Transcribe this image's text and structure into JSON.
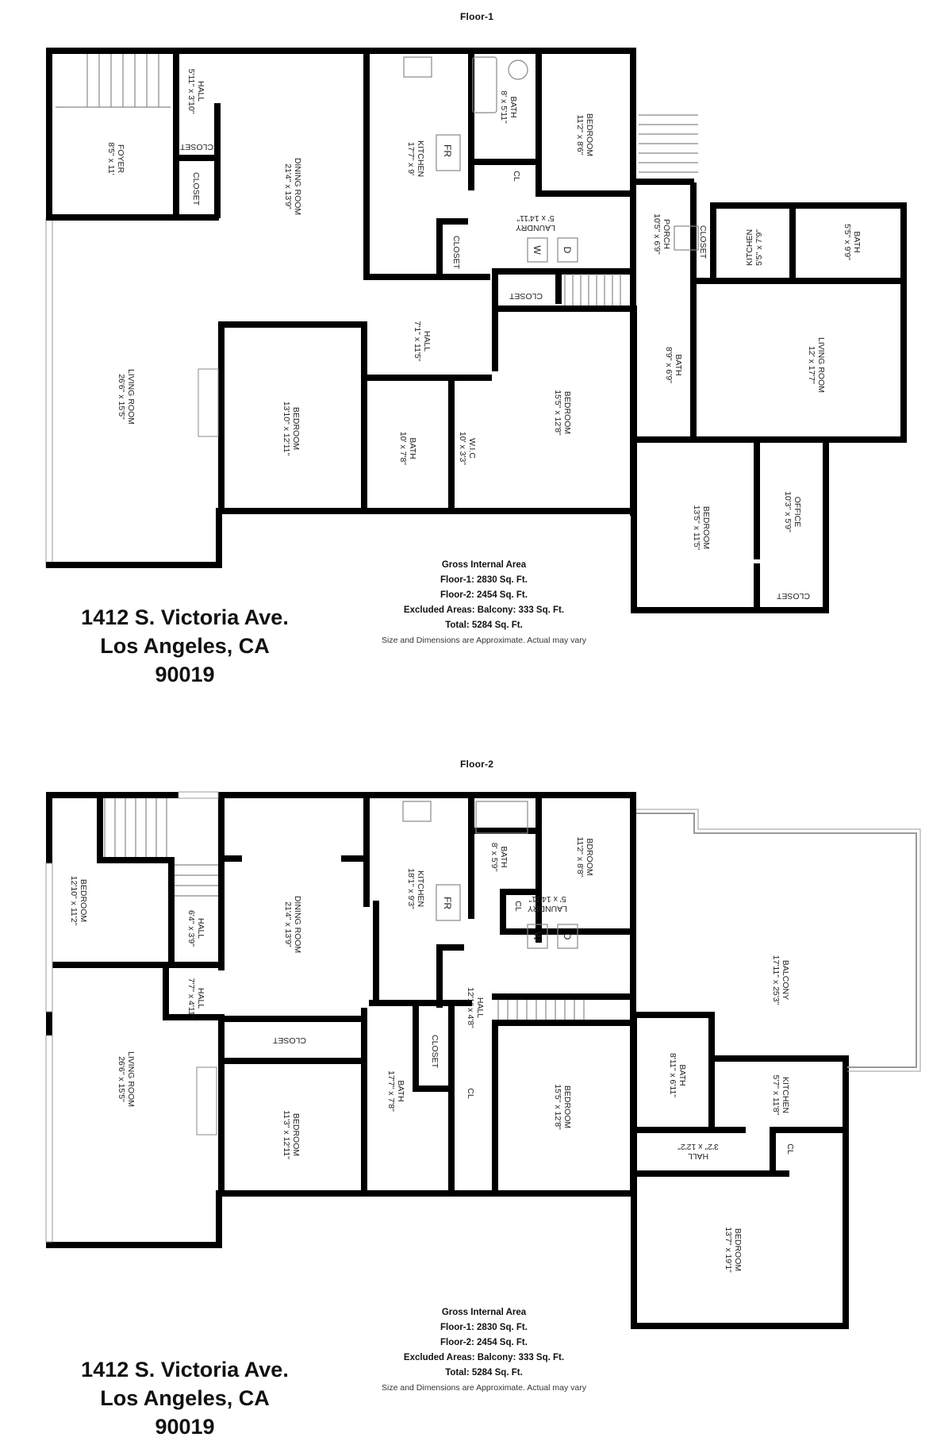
{
  "document": {
    "property_address_line1": "1412 S. Victoria Ave.",
    "property_address_line2": "Los Angeles, CA 90019"
  },
  "area_summary": {
    "heading": "Gross Internal Area",
    "floor1": "Floor-1: 2830 Sq. Ft.",
    "floor2": "Floor-2: 2454 Sq. Ft.",
    "excluded": "Excluded Areas: Balcony: 333 Sq. Ft.",
    "total": "Total: 5284 Sq. Ft.",
    "disclaimer": "Size and Dimensions are Approximate. Actual may vary"
  },
  "floors": [
    {
      "title": "Floor-1",
      "rooms": [
        {
          "name": "FOYER",
          "dims": "8'5\" x 11'"
        },
        {
          "name": "HALL",
          "dims": "5'11\" x 3'10\""
        },
        {
          "name": "CLOSET",
          "dims": ""
        },
        {
          "name": "CLOSET",
          "dims": ""
        },
        {
          "name": "DINING ROOM",
          "dims": "21'4\" x 13'9\""
        },
        {
          "name": "KITCHEN",
          "dims": "17'7\" x 9'"
        },
        {
          "name": "BATH",
          "dims": "8' x 5'11\""
        },
        {
          "name": "BEDROOM",
          "dims": "11'2\" x 8'6\""
        },
        {
          "name": "CL",
          "dims": ""
        },
        {
          "name": "LAUNDRY",
          "dims": "5' x 14'11\""
        },
        {
          "name": "CLOSET",
          "dims": ""
        },
        {
          "name": "CLOSET",
          "dims": ""
        },
        {
          "name": "PORCH",
          "dims": "10'5\" x 6'9\""
        },
        {
          "name": "CLOSET",
          "dims": ""
        },
        {
          "name": "KITCHEN",
          "dims": "5'5\" x 7'9\""
        },
        {
          "name": "BATH",
          "dims": "5'5\" x 9'9\""
        },
        {
          "name": "LIVING ROOM",
          "dims": "12' x 17'7\""
        },
        {
          "name": "HALL",
          "dims": "7'1\" x 11'5\""
        },
        {
          "name": "LIVING ROOM",
          "dims": "26'6\" x 15'5\""
        },
        {
          "name": "BEDROOM",
          "dims": "13'10\" x 12'11\""
        },
        {
          "name": "BATH",
          "dims": "10' x 7'8\""
        },
        {
          "name": "W.I.C",
          "dims": "10' x 3'3\""
        },
        {
          "name": "BEDROOM",
          "dims": "15'5\" x 12'8\""
        },
        {
          "name": "BATH",
          "dims": "8'9\" x 6'9\""
        },
        {
          "name": "BEDROOM",
          "dims": "13'5\" x 11'5\""
        },
        {
          "name": "OFFICE",
          "dims": "10'3\" x 5'9\""
        },
        {
          "name": "CLOSET",
          "dims": ""
        }
      ],
      "fixtures": {
        "fridge": "FR",
        "washer": "W",
        "dryer": "D"
      }
    },
    {
      "title": "Floor-2",
      "rooms": [
        {
          "name": "BEDROOM",
          "dims": "12'10\" x 11'2\""
        },
        {
          "name": "HALL",
          "dims": "6'4\" x 3'9\""
        },
        {
          "name": "DINING ROOM",
          "dims": "21'4\" x 13'9\""
        },
        {
          "name": "KITCHEN",
          "dims": "18'1\" x 9'3\""
        },
        {
          "name": "BATH",
          "dims": "8' x 5'9\""
        },
        {
          "name": "BDROOM",
          "dims": "11'2\" x 8'8\""
        },
        {
          "name": "CL",
          "dims": ""
        },
        {
          "name": "LAUNDRY",
          "dims": "5' x 14'11\""
        },
        {
          "name": "HALL",
          "dims": "7'7\" x 4'11\""
        },
        {
          "name": "BALCONY",
          "dims": "17'11\" x 25'3\""
        },
        {
          "name": "CLOSET",
          "dims": ""
        },
        {
          "name": "HALL",
          "dims": "12'1\" x 4'8\""
        },
        {
          "name": "CLOSET",
          "dims": ""
        },
        {
          "name": "CL",
          "dims": ""
        },
        {
          "name": "BATH",
          "dims": "17'7\" x 7'8\""
        },
        {
          "name": "LIVING ROOM",
          "dims": "26'6\" x 15'5\""
        },
        {
          "name": "BEDROOM",
          "dims": "11'3\" x 12'11\""
        },
        {
          "name": "BEDROOM",
          "dims": "15'5\" x 12'8\""
        },
        {
          "name": "BATH",
          "dims": "8'11\" x 6'11\""
        },
        {
          "name": "KITCHEN",
          "dims": "5'7\" x 11'8\""
        },
        {
          "name": "HALL",
          "dims": "3'2\" x 12'2\""
        },
        {
          "name": "CL",
          "dims": ""
        },
        {
          "name": "BEDROOM",
          "dims": "13'7\" x 19'1\""
        }
      ],
      "fixtures": {
        "fridge": "FR",
        "washer": "W",
        "dryer": "D"
      }
    }
  ],
  "colors": {
    "wall": "#000000",
    "fixture_line": "#888888",
    "background": "#ffffff"
  }
}
